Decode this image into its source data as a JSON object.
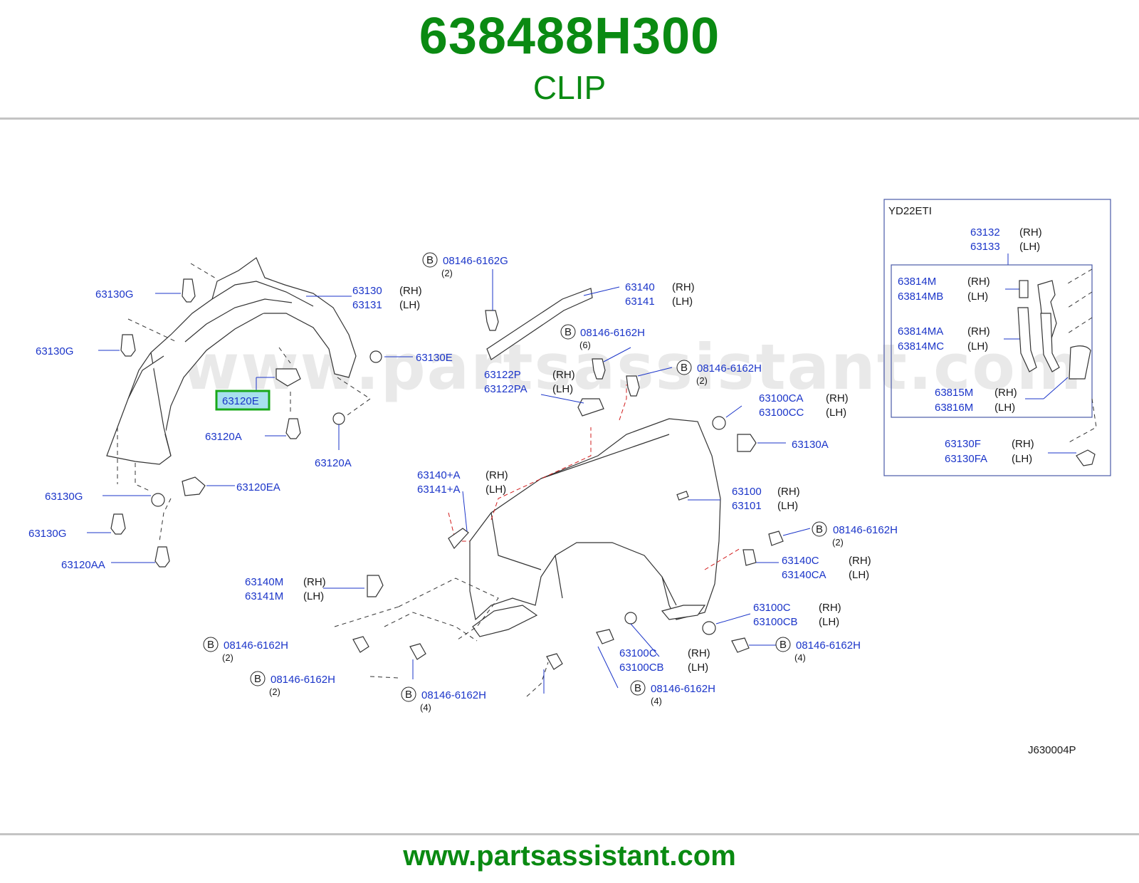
{
  "header": {
    "part_number": "638488H300",
    "part_name": "CLIP"
  },
  "footer": {
    "url": "www.partsassistant.com"
  },
  "watermark": "www.partsassistant.com",
  "diagram_code": "J630004P",
  "inset": {
    "title": "YD22ETI",
    "labels": {
      "a1": "63132",
      "a1s": "(RH)",
      "a2": "63133",
      "a2s": "(LH)",
      "b1": "63814M",
      "b1s": "(RH)",
      "b2": "63814MB",
      "b2s": "(LH)",
      "c1": "63814MA",
      "c1s": "(RH)",
      "c2": "63814MC",
      "c2s": "(LH)",
      "d1": "63815M",
      "d1s": "(RH)",
      "d2": "63816M",
      "d2s": "(LH)",
      "e1": "63130F",
      "e1s": "(RH)",
      "e2": "63130FA",
      "e2s": "(LH)"
    }
  },
  "labels": {
    "l63130G_1": "63130G",
    "l63130G_2": "63130G",
    "l63130G_3": "63130G",
    "l63130G_4": "63130G",
    "l63130": "63130",
    "l63130s": "(RH)",
    "l63131": "63131",
    "l63131s": "(LH)",
    "l63130E": "63130E",
    "l63120E": "63120E",
    "l63120A_1": "63120A",
    "l63120A_2": "63120A",
    "l63120EA": "63120EA",
    "l63120AA": "63120AA",
    "b1": "08146-6162G",
    "b1q": "(2)",
    "l63140": "63140",
    "l63140s": "(RH)",
    "l63141": "63141",
    "l63141s": "(LH)",
    "b2": "08146-6162H",
    "b2q": "(6)",
    "b3": "08146-6162H",
    "b3q": "(2)",
    "l63122P": "63122P",
    "l63122Ps": "(RH)",
    "l63122PA": "63122PA",
    "l63122PAs": "(LH)",
    "l63100CA": "63100CA",
    "l63100CAs": "(RH)",
    "l63100CC": "63100CC",
    "l63100CCs": "(LH)",
    "l63130A": "63130A",
    "l63140pA": "63140+A",
    "l63140pAs": "(RH)",
    "l63141pA": "63141+A",
    "l63141pAs": "(LH)",
    "l63100": "63100",
    "l63100s": "(RH)",
    "l63101": "63101",
    "l63101s": "(LH)",
    "b4": "08146-6162H",
    "b4q": "(2)",
    "l63140C": "63140C",
    "l63140Cs": "(RH)",
    "l63140CA": "63140CA",
    "l63140CAs": "(LH)",
    "l63140M": "63140M",
    "l63140Ms": "(RH)",
    "l63141M": "63141M",
    "l63141Ms": "(LH)",
    "l63100C_1": "63100C",
    "l63100C_1s": "(RH)",
    "l63100CB_1": "63100CB",
    "l63100CB_1s": "(LH)",
    "b5": "08146-6162H",
    "b5q": "(2)",
    "b6": "08146-6162H",
    "b6q": "(2)",
    "b7": "08146-6162H",
    "b7q": "(4)",
    "l63100C_2": "63100C",
    "l63100C_2s": "(RH)",
    "l63100CB_2": "63100CB",
    "l63100CB_2s": "(LH)",
    "b8": "08146-6162H",
    "b8q": "(4)",
    "b9": "08146-6162H",
    "b9q": "(4)",
    "bolt_marker": "B"
  },
  "colors": {
    "brand_green": "#0a8a12",
    "label_blue": "#1b35c9",
    "highlight_box": "#1aa81a",
    "highlight_fill": "#a8e0ee",
    "red_dash": "#d21c1c"
  }
}
